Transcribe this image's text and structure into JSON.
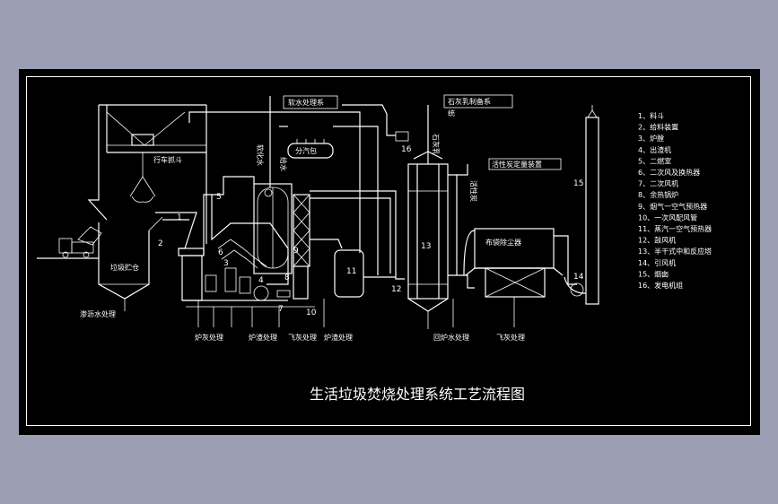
{
  "title": "生活垃圾焚烧处理系统工艺流程图",
  "legend": [
    "1、料斗",
    "2、给料装置",
    "3、炉膛",
    "4、出渣机",
    "5、二燃室",
    "6、二次风及换热器",
    "7、二次风机",
    "8、余热锅炉",
    "9、烟气一空气预热器",
    "10、一次风配风管",
    "11、蒸汽一空气预热器",
    "12、鼓风机",
    "13、半干式中和反应塔",
    "14、引风机",
    "15、烟囱",
    "16、发电机组"
  ],
  "labels": {
    "crane": "行车抓斗",
    "storage_pit": "垃圾贮仓",
    "leachate": "渗沥水处理",
    "soft_water": "软水处理系",
    "softened_water": "软化水",
    "feed_water": "给水",
    "steam_drum": "分汽包",
    "lime_supply": "石灰乳制备系",
    "lime_supply_2": "统",
    "lime_milk": "石灰乳",
    "carbon_inject": "活性炭定量装置",
    "carbon": "活性炭",
    "bag_filter": "布袋除尘器",
    "ash_1": "炉灰处理",
    "ash_2": "炉渣处理",
    "ash_3": "飞灰处理",
    "ash_4": "炉渣处理",
    "ash_5": "回炉水处理",
    "fly_ash": "飞灰处理"
  },
  "numbers": [
    "1",
    "2",
    "3",
    "4",
    "5",
    "6",
    "7",
    "8",
    "9",
    "10",
    "11",
    "12",
    "13",
    "14",
    "15",
    "16"
  ],
  "colors": {
    "background": "#000000",
    "outer": "#9c9fb4",
    "line": "#ffffff"
  }
}
